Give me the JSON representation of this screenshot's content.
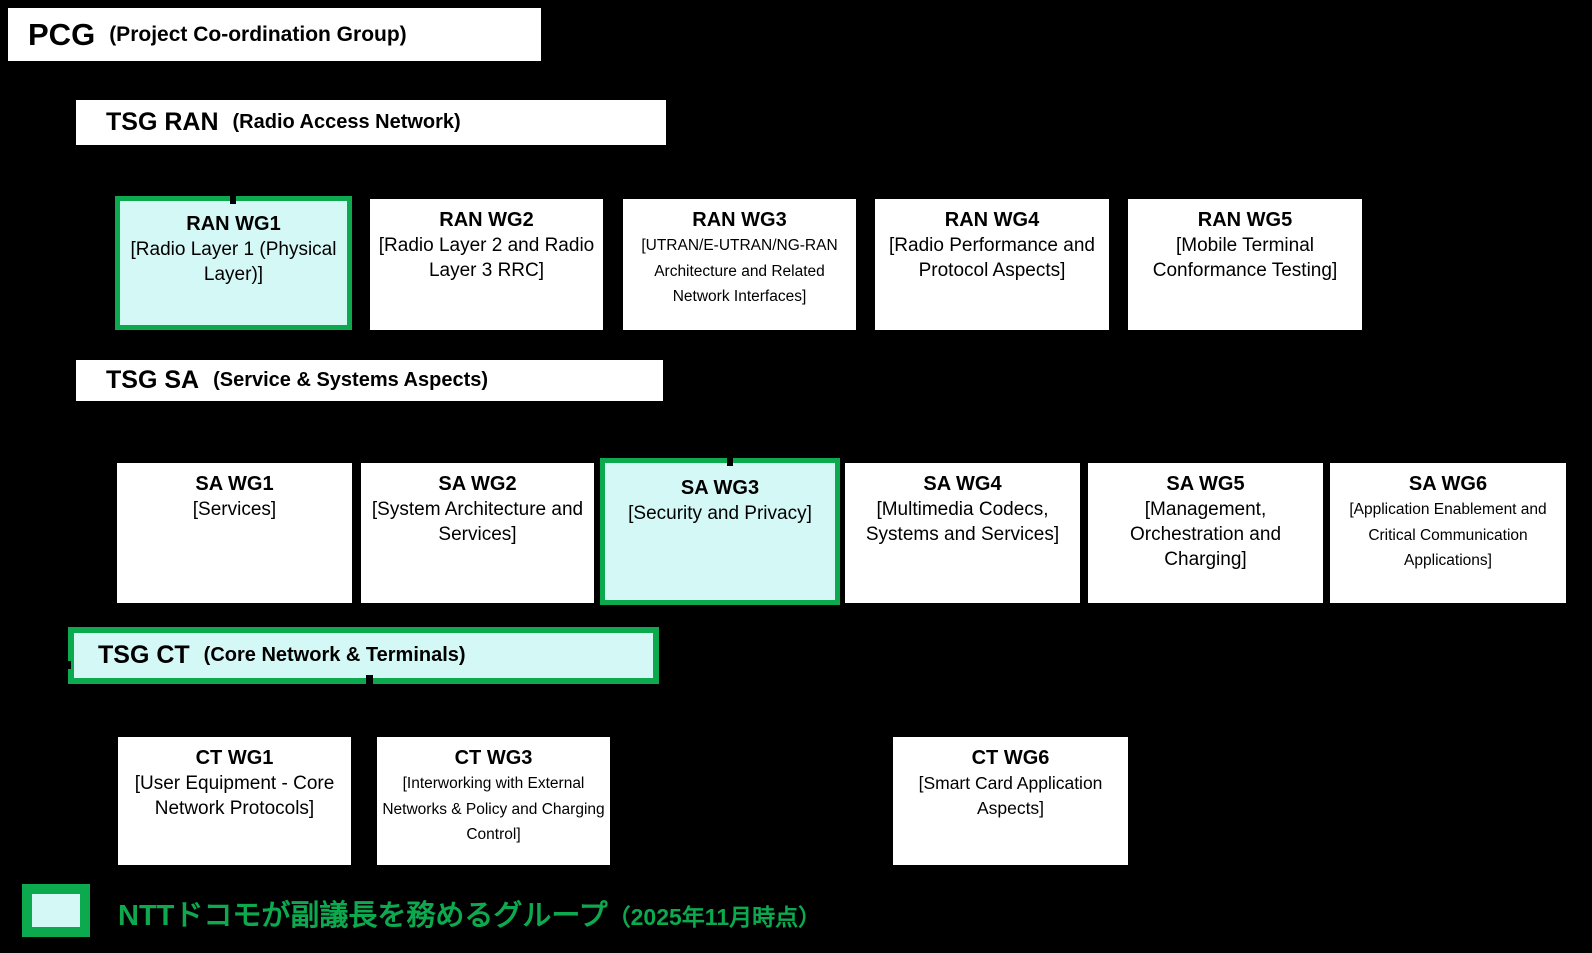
{
  "palette": {
    "background": "#000000",
    "box_bg": "#ffffff",
    "box_text": "#000000",
    "highlight_fill": "#d4f8f6",
    "highlight_border": "#0ca94f",
    "legend_text": "#0ca94f"
  },
  "pcg": {
    "title": "PCG",
    "subtitle": "(Project Co-ordination Group)"
  },
  "tsgs": [
    {
      "title": "TSG RAN",
      "subtitle": "(Radio Access Network)",
      "highlighted": false,
      "groups": [
        {
          "name": "RAN WG1",
          "desc": "[Radio Layer 1 (Physical Layer)]",
          "highlighted": true
        },
        {
          "name": "RAN WG2",
          "desc": "[Radio Layer 2 and Radio Layer 3 RRC]",
          "highlighted": false
        },
        {
          "name": "RAN WG3",
          "desc": "[UTRAN/E-UTRAN/NG-RAN Architecture and Related Network Interfaces]",
          "highlighted": false
        },
        {
          "name": "RAN WG4",
          "desc": "[Radio Performance and Protocol Aspects]",
          "highlighted": false
        },
        {
          "name": "RAN WG5",
          "desc": "[Mobile Terminal Conformance Testing]",
          "highlighted": false
        }
      ]
    },
    {
      "title": "TSG SA",
      "subtitle": "(Service & Systems Aspects)",
      "highlighted": false,
      "groups": [
        {
          "name": "SA WG1",
          "desc": "[Services]",
          "highlighted": false
        },
        {
          "name": "SA WG2",
          "desc": "[System Architecture and Services]",
          "highlighted": false
        },
        {
          "name": "SA WG3",
          "desc": "[Security and Privacy]",
          "highlighted": true
        },
        {
          "name": "SA WG4",
          "desc": "[Multimedia Codecs, Systems and Services]",
          "highlighted": false
        },
        {
          "name": "SA WG5",
          "desc": "[Management, Orchestration and Charging]",
          "highlighted": false
        },
        {
          "name": "SA WG6",
          "desc": "[Application Enablement and Critical Communication Applications]",
          "highlighted": false
        }
      ]
    },
    {
      "title": "TSG CT",
      "subtitle": "(Core Network & Terminals)",
      "highlighted": true,
      "groups": [
        {
          "name": "CT WG1",
          "desc": "[User Equipment - Core Network Protocols]",
          "highlighted": false
        },
        {
          "name": "CT WG3",
          "desc": "[Interworking with External Networks & Policy and Charging Control]",
          "highlighted": false
        },
        {
          "name": "CT WG6",
          "desc": "[Smart Card Application Aspects]",
          "highlighted": false
        }
      ]
    }
  ],
  "legend": {
    "label": "NTTドコモが副議長を務めるグループ",
    "suffix": "（2025年11月時点）"
  }
}
